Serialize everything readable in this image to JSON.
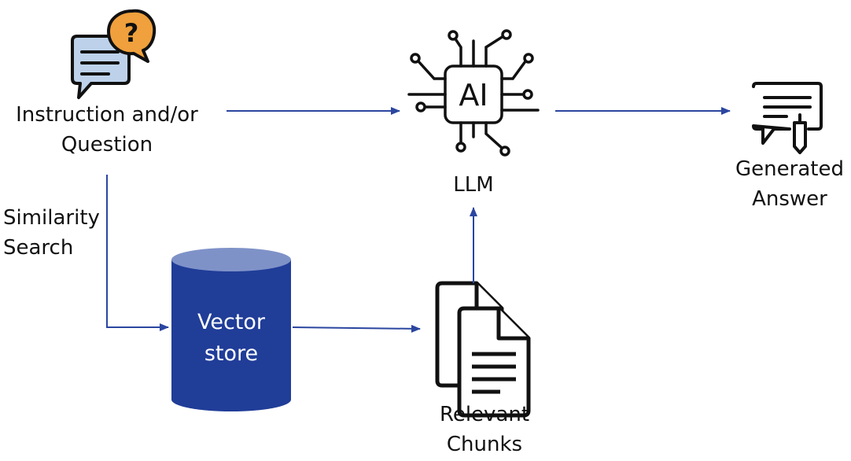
{
  "question": {
    "line1": "Instruction and/or",
    "line2": "Question"
  },
  "similarity": {
    "line1": "Similarity",
    "line2": "Search"
  },
  "vector_store": {
    "line1": "Vector",
    "line2": "store"
  },
  "chunks": {
    "line1": "Relevant",
    "line2": "Chunks"
  },
  "llm": {
    "chip_text": "AI",
    "label": "LLM"
  },
  "answer": {
    "line1": "Generated",
    "line2": "Answer"
  },
  "colors": {
    "arrow": "#2b46a0",
    "store_body": "#203d98",
    "store_top": "#7f92c8",
    "bubble_fill": "#bdd2ea",
    "question_badge": "#f0a03c",
    "icon_stroke": "#111111"
  },
  "icons": [
    "question-chat-icon",
    "ai-chip-icon",
    "documents-icon",
    "answer-pen-icon",
    "database-icon"
  ]
}
